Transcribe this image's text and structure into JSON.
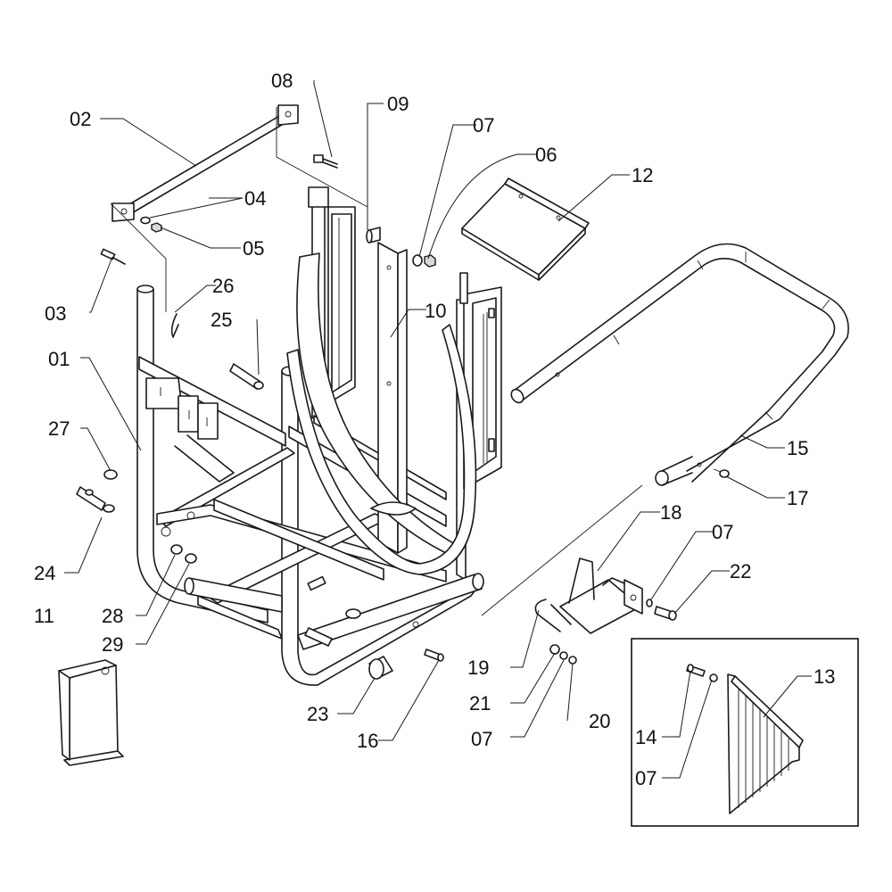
{
  "diagram": {
    "callouts": {
      "c01": "01",
      "c02": "02",
      "c03": "03",
      "c04": "04",
      "c05": "05",
      "c06": "06",
      "c07a": "07",
      "c07b": "07",
      "c07c": "07",
      "c07d": "07",
      "c08": "08",
      "c09": "09",
      "c10": "10",
      "c11": "11",
      "c12": "12",
      "c13": "13",
      "c14": "14",
      "c15": "15",
      "c16": "16",
      "c17": "17",
      "c18": "18",
      "c19": "19",
      "c20": "20",
      "c21": "21",
      "c22": "22",
      "c23": "23",
      "c24": "24",
      "c25": "25",
      "c26": "26",
      "c27": "27",
      "c28": "28",
      "c29": "29"
    }
  }
}
